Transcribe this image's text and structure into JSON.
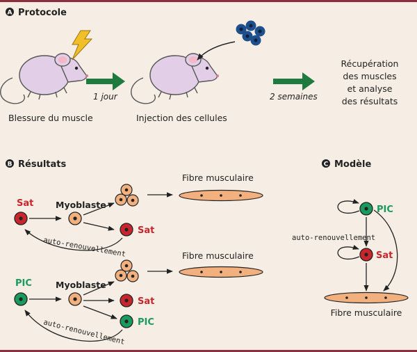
{
  "colors": {
    "background": "#f6eee4",
    "top_rule": "#8e2e3f",
    "sat_red": "#c8262d",
    "pic_green": "#1a9a5c",
    "myoblast_orange": "#f1b07e",
    "arrow_green": "#1e7a3f",
    "mouse_lilac": "#e2cfe7",
    "injected_blue": "#1f4e8d"
  },
  "panel_a": {
    "letter": "A",
    "title": "Protocole",
    "step1_caption": "Blessure du muscle",
    "arrow1_label": "1 jour",
    "step2_caption": "Injection des cellules",
    "arrow2_label": "2 semaines",
    "result_lines": [
      "Récupération",
      "des muscles",
      "et analyse",
      "des résultats"
    ]
  },
  "panel_b": {
    "letter": "B",
    "title": "Résultats",
    "row1": {
      "source": "Sat",
      "middle": "Myoblaste",
      "fibre": "Fibre musculaire",
      "renewal_cell": "Sat",
      "renewal_label": "auto-renouvellement"
    },
    "row2": {
      "source": "PIC",
      "middle": "Myoblaste",
      "fibre": "Fibre musculaire",
      "renewal_cell_sat": "Sat",
      "renewal_cell_pic": "PIC",
      "renewal_label": "auto-renouvellement"
    }
  },
  "panel_c": {
    "letter": "C",
    "title": "Modèle",
    "top_cell": "PIC",
    "renewal_label": "auto-renouvellement",
    "mid_cell": "Sat",
    "fibre": "Fibre musculaire"
  },
  "icons": {
    "mouse": "mouse-icon",
    "lightning": "lightning-bolt-icon",
    "cells": "injected-cells-icon"
  }
}
